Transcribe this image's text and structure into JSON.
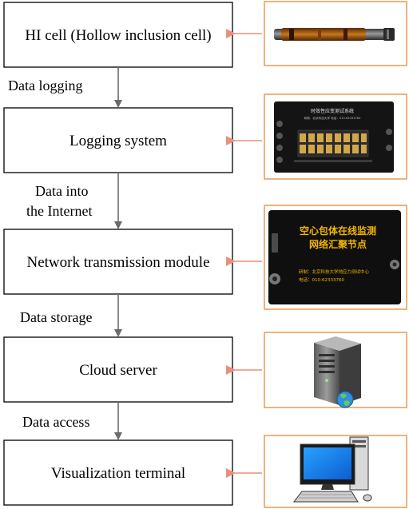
{
  "steps": [
    {
      "label": "HI cell (Hollow inclusion cell)",
      "image": "hollow-inclusion-cell-photo"
    },
    {
      "label": "Logging system",
      "image": "logging-system-device-photo"
    },
    {
      "label": "Network transmission module",
      "image": "network-module-device-photo"
    },
    {
      "label": "Cloud server",
      "image": "server-computer-icon"
    },
    {
      "label": "Visualization terminal",
      "image": "desktop-computer-icon"
    }
  ],
  "connectors": [
    {
      "lines": [
        "Data logging"
      ]
    },
    {
      "lines": [
        "Data into",
        "the Internet"
      ]
    },
    {
      "lines": [
        "Data storage"
      ]
    },
    {
      "lines": [
        "Data access"
      ]
    }
  ],
  "device_text": {
    "logging_title": "时效性应变测试系统",
    "logging_sub": "研制：北京科技大学  电话：010-62333760",
    "network_title_1": "空心包体在线监测",
    "network_title_2": "网络汇聚节点",
    "network_sub_1": "研制：北京科技大学地应力测试中心",
    "network_sub_2": "电话：010-62333760"
  },
  "colors": {
    "box_border": "#000000",
    "flow_arrow": "#6b6b6b",
    "image_frame": "#e8a25c",
    "image_arrow": "#e8917a"
  }
}
